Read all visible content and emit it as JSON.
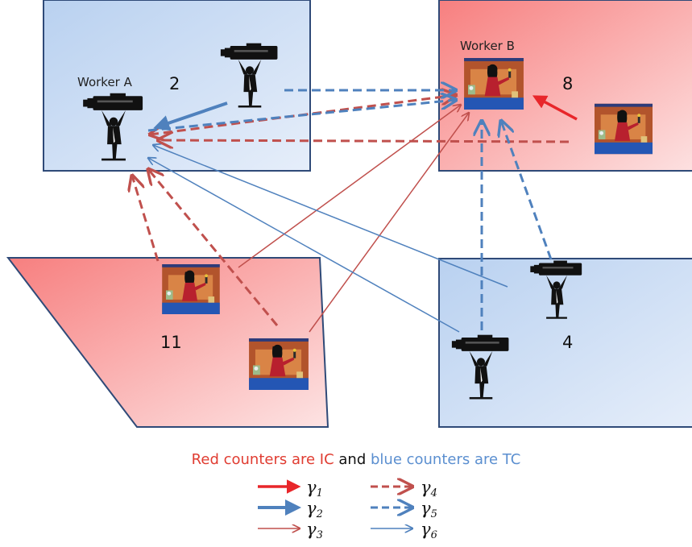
{
  "labels": {
    "worker_a": "Worker A",
    "worker_b": "Worker B",
    "count_top_left": "2",
    "count_top_right": "8",
    "count_bottom_left": "11",
    "count_bottom_right": "4"
  },
  "caption": {
    "part1": "Red counters are IC",
    "part2": " and ",
    "part3": "blue counters are TC"
  },
  "legend": [
    {
      "symbol": "γ",
      "sub": "1"
    },
    {
      "symbol": "γ",
      "sub": "2"
    },
    {
      "symbol": "γ",
      "sub": "3"
    },
    {
      "symbol": "γ",
      "sub": "4"
    },
    {
      "symbol": "γ",
      "sub": "5"
    },
    {
      "symbol": "γ",
      "sub": "6"
    }
  ],
  "colors": {
    "red": "#c0504d",
    "red_bright": "#e8262a",
    "blue": "#4f81bd",
    "blue_region": "#c6d9f1",
    "red_region": "#f79a9a",
    "caption_red": "#e03c31",
    "caption_blue": "#5b8fd0"
  },
  "icons": {
    "transport_counter": "person-carrying-telescope-icon",
    "info_counter": "receptionist-icon"
  }
}
